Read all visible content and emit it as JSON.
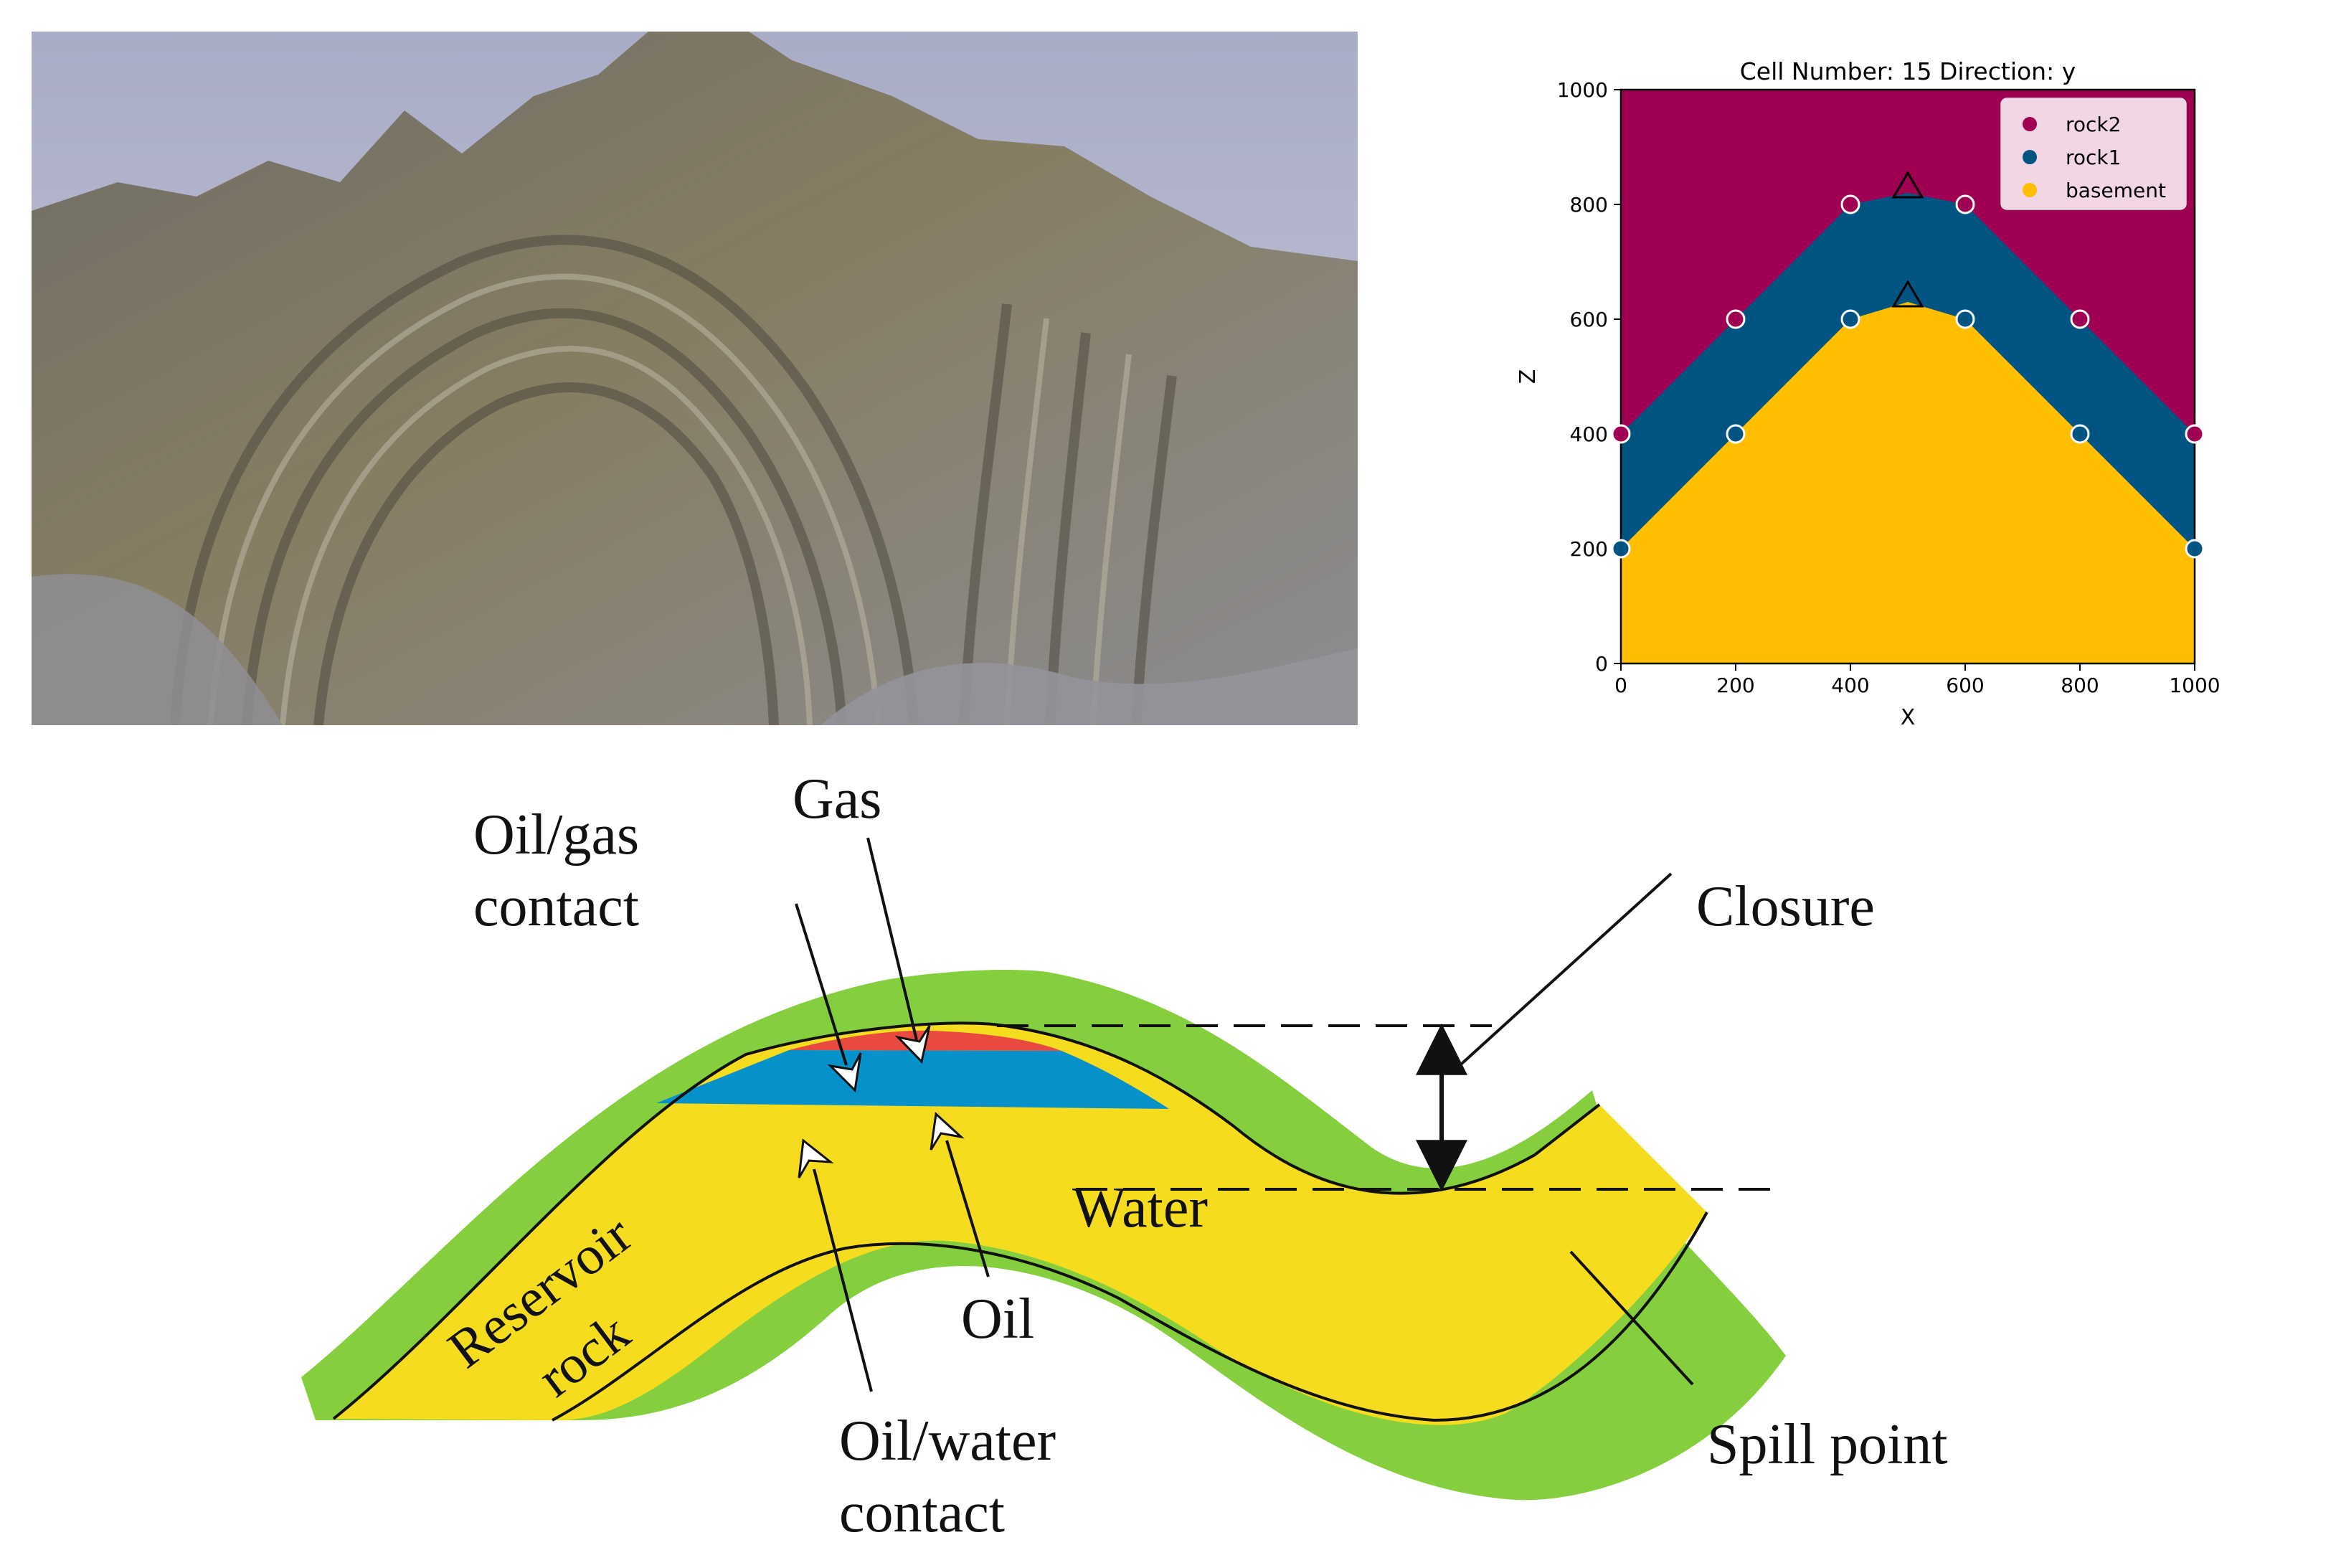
{
  "photo": {
    "alt": "folded rock strata outcrop",
    "colors": {
      "sky": "#b9bcd2",
      "rock_light": "#9a9aa0",
      "rock_dark": "#4d4a44",
      "rock_brown": "#7a7258"
    }
  },
  "chart_data": {
    "type": "heatmap",
    "title": "Cell Number: 15 Direction: y",
    "xlabel": "X",
    "ylabel": "Z",
    "xlim": [
      0,
      1000
    ],
    "ylim": [
      0,
      1000
    ],
    "xticks": [
      "0",
      "200",
      "400",
      "600",
      "800",
      "1000"
    ],
    "yticks": [
      "0",
      "200",
      "400",
      "600",
      "800",
      "1000"
    ],
    "legend_position": "top-right",
    "legend": [
      {
        "name": "rock2",
        "color": "#9f0052"
      },
      {
        "name": "rock1",
        "color": "#015482"
      },
      {
        "name": "basement",
        "color": "#ffbe00"
      }
    ],
    "regions": {
      "rock2_color": "#9f0052",
      "rock1_color": "#015482",
      "basement_color": "#ffbe00",
      "rock1_top": [
        [
          0,
          400
        ],
        [
          200,
          600
        ],
        [
          400,
          800
        ],
        [
          500,
          820
        ],
        [
          600,
          800
        ],
        [
          800,
          600
        ],
        [
          1000,
          400
        ]
      ],
      "basement_top": [
        [
          0,
          200
        ],
        [
          200,
          400
        ],
        [
          400,
          600
        ],
        [
          500,
          630
        ],
        [
          600,
          600
        ],
        [
          800,
          400
        ],
        [
          1000,
          200
        ]
      ]
    },
    "surface_points": {
      "rock2": [
        [
          0,
          400
        ],
        [
          200,
          600
        ],
        [
          400,
          800
        ],
        [
          600,
          800
        ],
        [
          800,
          600
        ],
        [
          1000,
          400
        ]
      ],
      "rock1": [
        [
          0,
          200
        ],
        [
          200,
          400
        ],
        [
          400,
          600
        ],
        [
          600,
          600
        ],
        [
          800,
          400
        ],
        [
          1000,
          200
        ]
      ]
    },
    "orientations": [
      [
        500,
        830
      ],
      [
        500,
        640
      ]
    ]
  },
  "diagram": {
    "labels": {
      "gas": "Gas",
      "oil_gas_1": "Oil/gas",
      "oil_gas_2": "contact",
      "closure": "Closure",
      "water": "Water",
      "reservoir_1": "Reservoir",
      "reservoir_2": "rock",
      "oil": "Oil",
      "oil_water_1": "Oil/water",
      "oil_water_2": "contact",
      "spill_point": "Spill point"
    },
    "colors": {
      "cap": "#85cf3e",
      "reservoir": "#f5dc1f",
      "gas": "#e94a3f",
      "oil": "#0791cb",
      "ink": "#111111"
    }
  }
}
